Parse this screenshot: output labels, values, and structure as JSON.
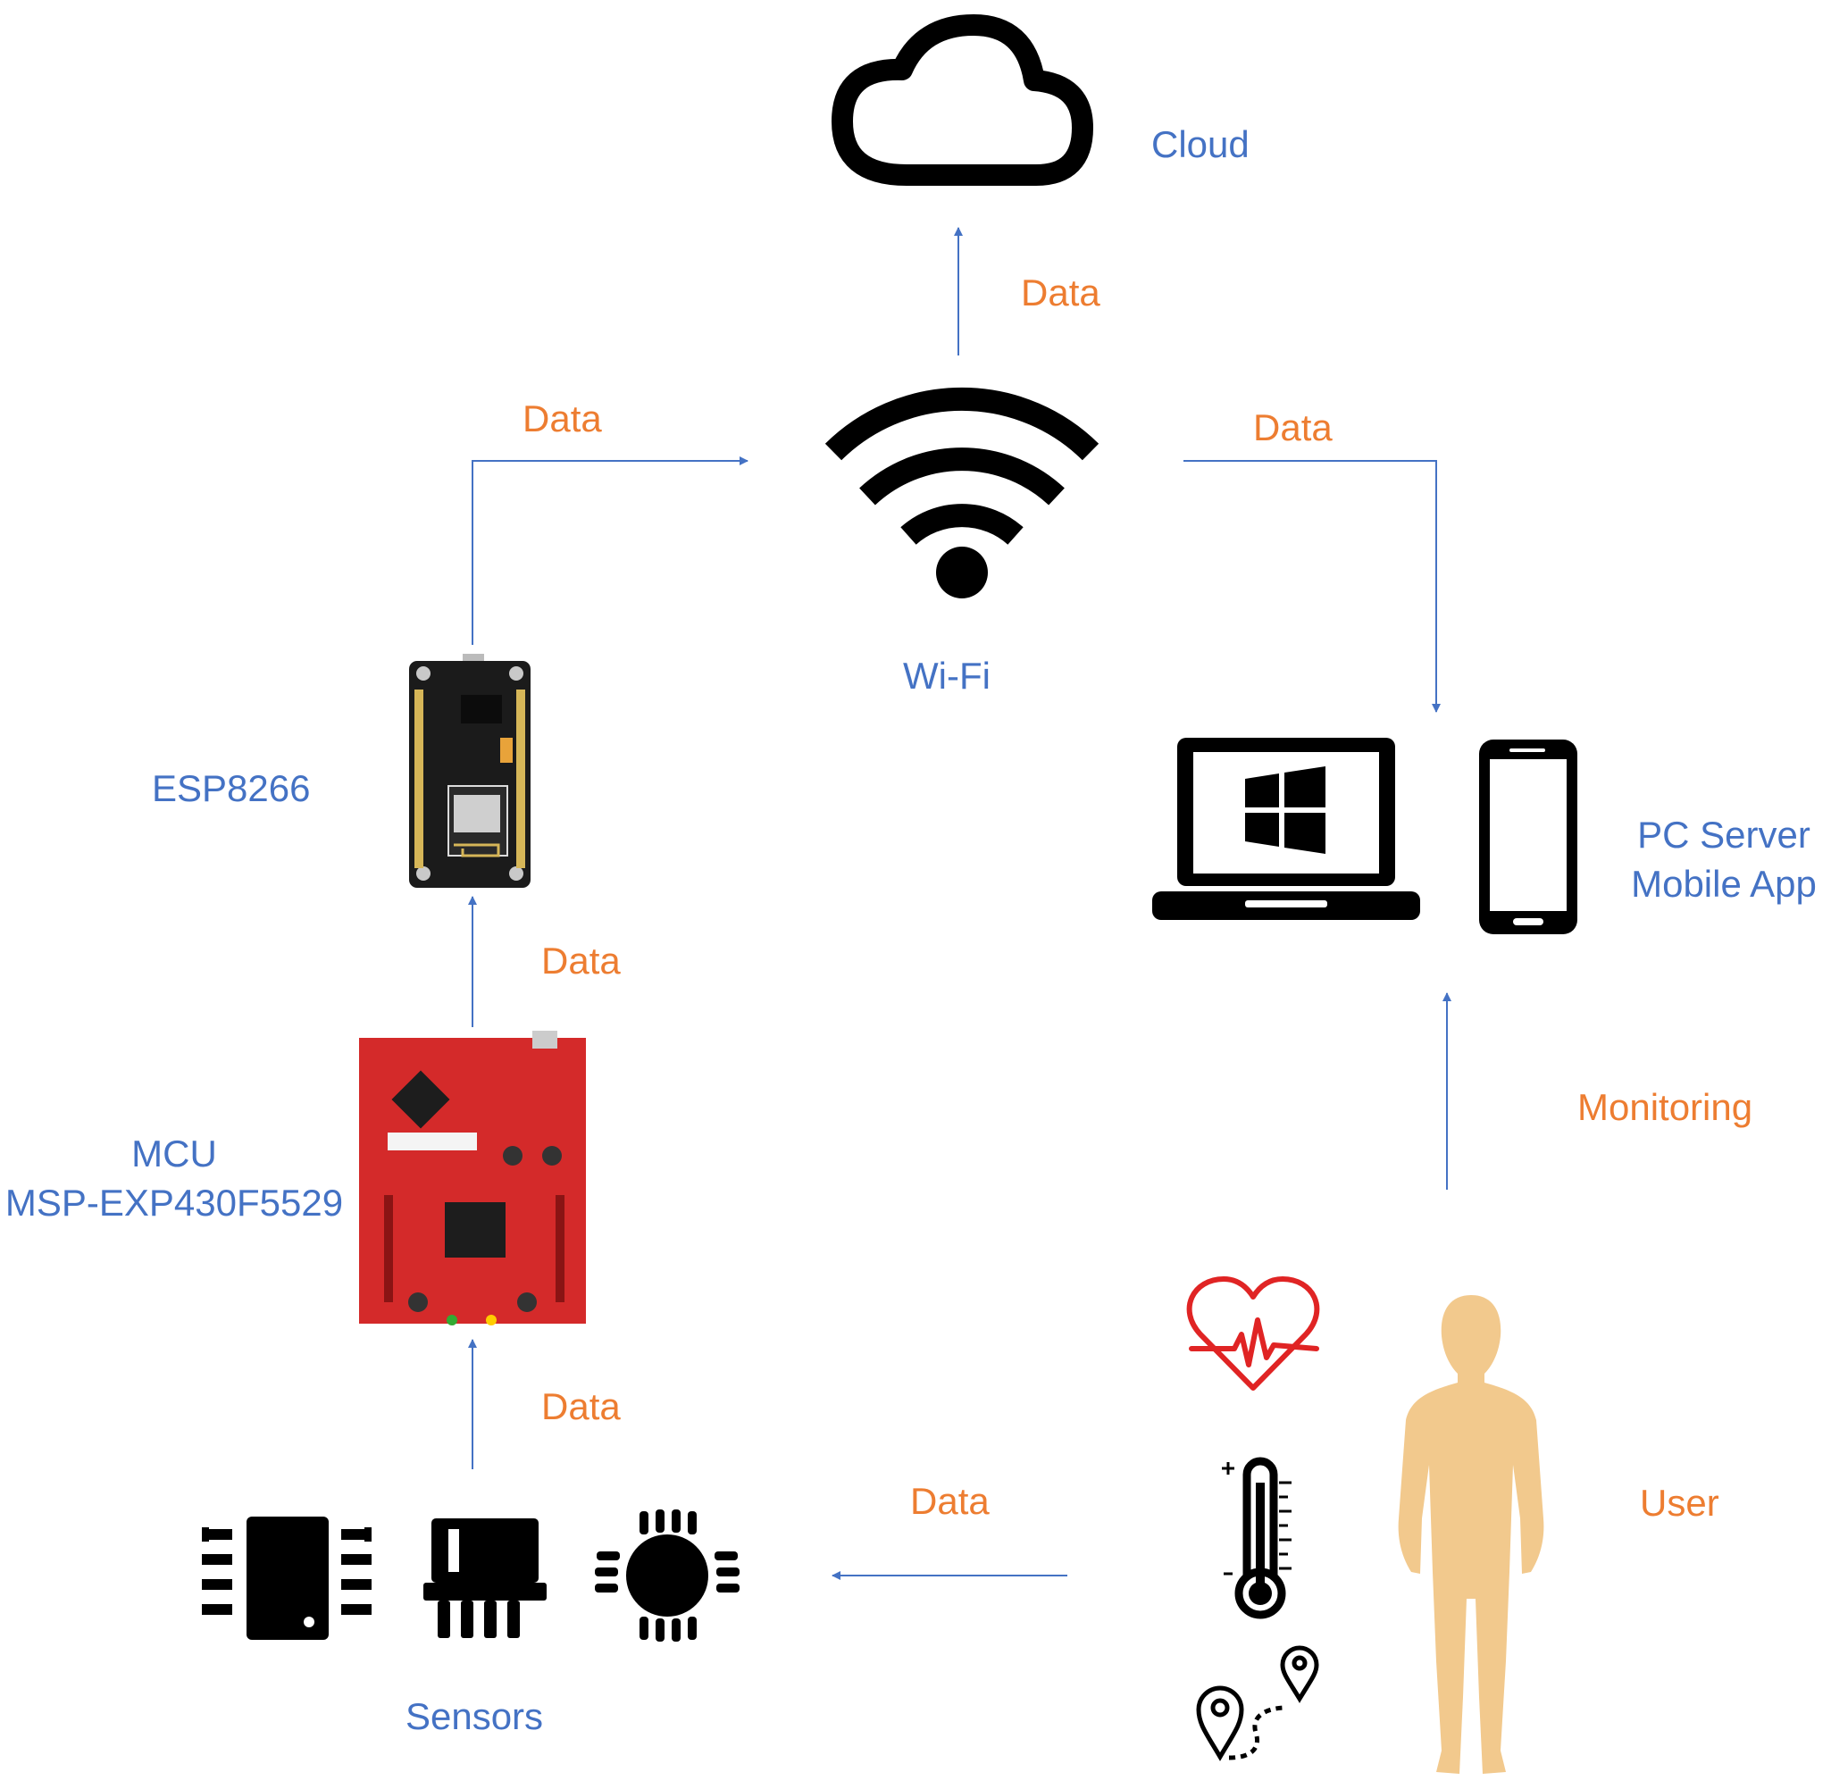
{
  "nodes": {
    "cloud": "Cloud",
    "wifi": "Wi-Fi",
    "esp": "ESP8266",
    "mcu_line1": "MCU",
    "mcu_line2": "MSP-EXP430F5529",
    "sensors": "Sensors",
    "pc_line1": "PC Server",
    "pc_line2": "Mobile App",
    "user": "User"
  },
  "edges": {
    "wifi_cloud": "Data",
    "esp_wifi": "Data",
    "wifi_pc": "Data",
    "mcu_esp": "Data",
    "sensors_mcu": "Data",
    "user_sensors": "Data",
    "user_pc": "Monitoring"
  },
  "colors": {
    "node_label": "#4472C4",
    "edge_label": "#ED7D31",
    "arrow": "#4472C4",
    "board_red": "#D42A2A",
    "user_skin": "#F2C98D",
    "heart": "#E02424"
  },
  "icons": [
    "cloud-icon",
    "wifi-icon",
    "esp8266-board-icon",
    "msp430-board-icon",
    "chip-icon",
    "sensor-icon",
    "gear-chip-icon",
    "laptop-windows-icon",
    "smartphone-icon",
    "heartbeat-icon",
    "thermometer-icon",
    "gps-route-icon",
    "person-icon"
  ]
}
